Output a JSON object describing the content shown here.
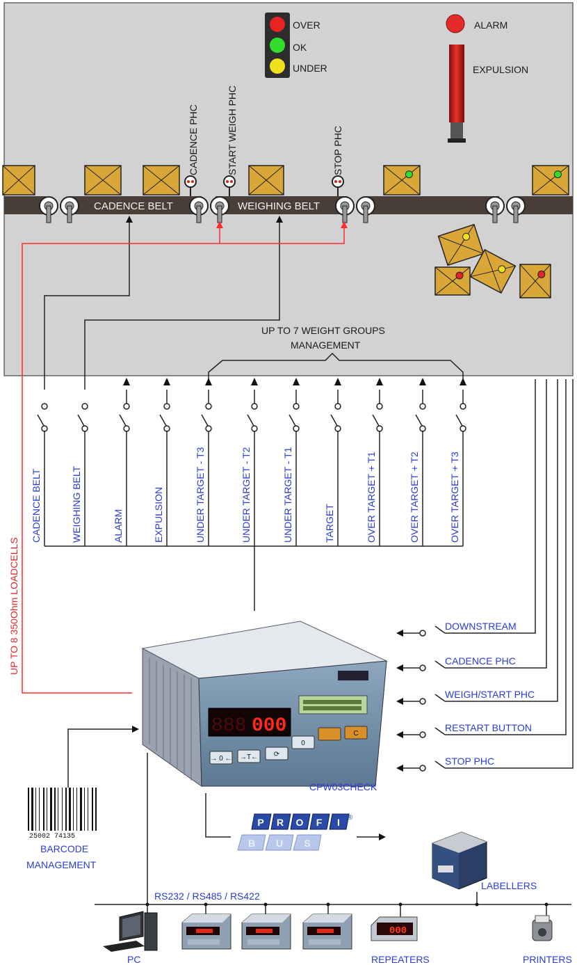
{
  "traffic_light": {
    "over": "OVER",
    "ok": "OK",
    "under": "UNDER"
  },
  "alarm_label": "ALARM",
  "expulsion_label": "EXPULSION",
  "sensors": {
    "cadence_phc": "CADENCE PHC",
    "start_weigh_phc": "START  WEIGH  PHC",
    "stop_phc": "STOP PHC"
  },
  "belts": {
    "cadence": "CADENCE BELT",
    "weighing": "WEIGHING BELT"
  },
  "weight_groups": {
    "line1": "UP TO 7 WEIGHT GROUPS",
    "line2": "MANAGEMENT"
  },
  "outputs": [
    "CADENCE BELT",
    "WEIGHING BELT",
    "ALARM",
    "EXPULSION",
    "UNDER TARGET - T3",
    "UNDER TARGET - T2",
    "UNDER TARGET - T1",
    "TARGET",
    "OVER TARGET + T1",
    "OVER TARGET + T2",
    "OVER TARGET + T3"
  ],
  "loadcells": "UP TO 8  350Ohm   LOADCELLS",
  "inputs": [
    "DOWNSTREAM",
    "CADENCE PHC",
    "WEIGH/START PHC",
    "RESTART BUTTON",
    "STOP PHC"
  ],
  "instrument": {
    "model": "CPW03CHECK",
    "display_value": "000",
    "display_dim": "888",
    "keys": [
      "→ 0 ←",
      "→T←",
      "⟳",
      "0",
      "C"
    ]
  },
  "barcode": {
    "digits": "25002 74135",
    "line1": "BARCODE",
    "line2": "MANAGEMENT"
  },
  "profibus": {
    "letters": [
      "P",
      "R",
      "O",
      "F",
      "I"
    ],
    "sub": "BUS",
    "reg": "®"
  },
  "serial_bus": "RS232 / RS485 / RS422",
  "devices": {
    "pc": "PC",
    "repeaters": "REPEATERS",
    "printers": "PRINTERS",
    "labellers": "LABELLERS",
    "repeater_value": "000"
  },
  "colors": {
    "panel": "#d2d2d2",
    "belt": "#4a3e38",
    "box": "#d9a638",
    "red_line": "#ff2a2a",
    "blue_text": "#2a3bd6"
  }
}
